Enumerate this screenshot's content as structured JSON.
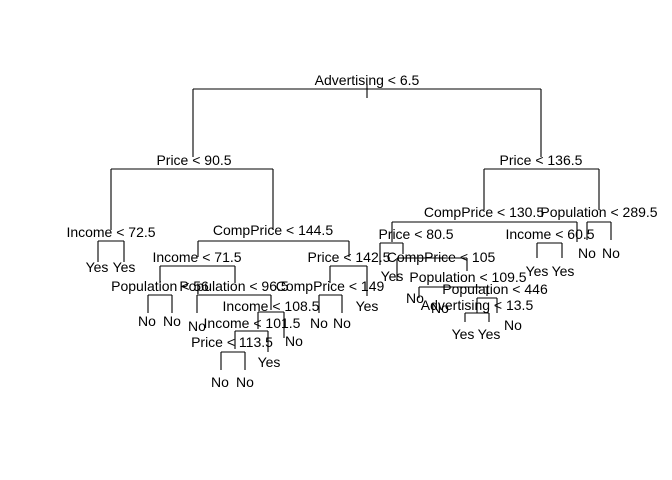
{
  "tree": {
    "nodes": [
      {
        "id": "n1",
        "split": "Advertising < 6.5"
      },
      {
        "id": "n2",
        "split": "Price < 90.5"
      },
      {
        "id": "n3",
        "split": "Price < 136.5"
      },
      {
        "id": "n4",
        "split": "Income < 72.5"
      },
      {
        "id": "n5",
        "split": "CompPrice < 144.5"
      },
      {
        "id": "n6",
        "split": "Income < 71.5"
      },
      {
        "id": "n7",
        "split": "Price < 142.5"
      },
      {
        "id": "n8",
        "split": "Population < 56"
      },
      {
        "id": "n9",
        "split": "Population < 96.5"
      },
      {
        "id": "n10",
        "split": "Income < 108.5"
      },
      {
        "id": "n11",
        "split": "Income < 101.5"
      },
      {
        "id": "n12",
        "split": "Price < 113.5"
      },
      {
        "id": "n13",
        "split": "CompPrice < 149"
      },
      {
        "id": "n14",
        "split": "CompPrice < 130.5"
      },
      {
        "id": "n15",
        "split": "Population < 289.5"
      },
      {
        "id": "n16",
        "split": "Price < 80.5"
      },
      {
        "id": "n17",
        "split": "Income < 60.5"
      },
      {
        "id": "n18",
        "split": "CompPrice < 105"
      },
      {
        "id": "n19",
        "split": "Population < 109.5"
      },
      {
        "id": "n20",
        "split": "Population < 446"
      },
      {
        "id": "n21",
        "split": "Advertising < 13.5"
      }
    ],
    "leaves": [
      "Yes",
      "Yes",
      "No",
      "No",
      "No",
      "No",
      "No",
      "Yes",
      "No",
      "No",
      "No",
      "Yes",
      "Yes",
      "No",
      "No",
      "Yes",
      "Yes",
      "No",
      "Yes",
      "Yes",
      "No",
      "No"
    ]
  }
}
